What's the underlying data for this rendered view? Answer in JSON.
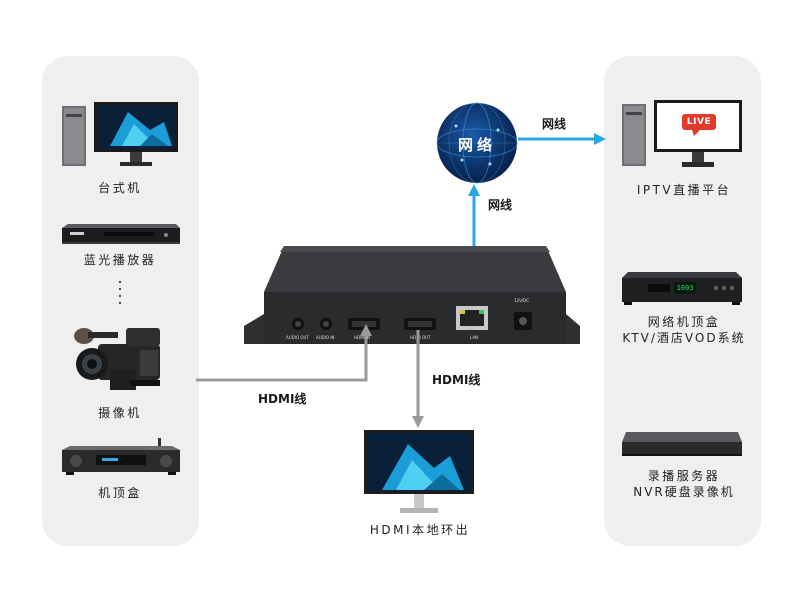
{
  "left_devices": [
    {
      "icon": "desktop-pc-icon",
      "label": "台式机"
    },
    {
      "icon": "bluray-player-icon",
      "label": "蓝光播放器"
    },
    {
      "icon": "camcorder-icon",
      "label": "摄像机"
    },
    {
      "icon": "set-top-box-icon",
      "label": "机顶盒"
    }
  ],
  "right_devices": [
    {
      "icon": "desktop-pc-live-icon",
      "label": "IPTV直播平台"
    },
    {
      "icon": "network-stb-icon",
      "label": "网络机顶盒",
      "label2": "KTV/酒店VOD系统"
    },
    {
      "icon": "nvr-recorder-icon",
      "label": "录播服务器",
      "label2": "NVR硬盘录像机"
    }
  ],
  "network": {
    "label": "网络",
    "wire_label": "网线",
    "wire_label_right": "网线"
  },
  "encoder": {
    "ports": [
      "AUDIO OUT",
      "AUDIO IN",
      "HDMI IN",
      "HDMI OUT",
      "LAN",
      "12V/DC"
    ]
  },
  "hdmi_in_label": "HDMI线",
  "hdmi_out_label": "HDMI线",
  "monitor_label": "HDMI本地环出",
  "live_badge": "LIVE",
  "stb_display": "1003",
  "colors": {
    "arrow_blue": "#29a8e0",
    "arrow_gray": "#9a9a9a",
    "panel_bg": "#efefef"
  }
}
